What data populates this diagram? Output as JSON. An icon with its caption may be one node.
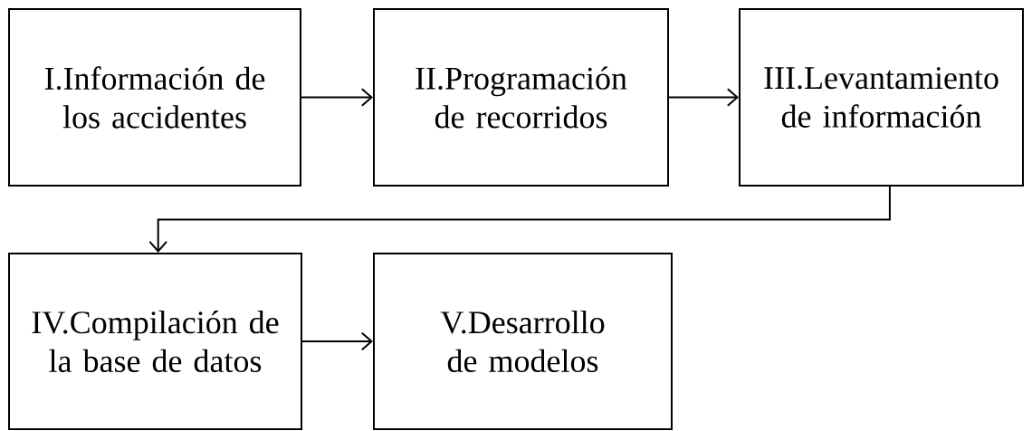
{
  "diagram": {
    "nodes": [
      {
        "text": [
          "I.Información de los accidentes"
        ]
      },
      {
        "text": [
          "II.Programación de recorridos"
        ]
      },
      {
        "text": [
          "III.Levantamiento de información"
        ]
      },
      {
        "text": [
          "IV.Compilación de la base de datos"
        ]
      },
      {
        "text": [
          "V.Desarrollo de modelos"
        ]
      }
    ],
    "edges": [
      {
        "from": 0,
        "to": 1,
        "arrow": "to"
      },
      {
        "from": 1,
        "to": 2,
        "arrow": "to"
      },
      {
        "from": 2,
        "to": 3,
        "arrow": "to"
      },
      {
        "from": 3,
        "to": 4,
        "arrow": "to"
      }
    ]
  }
}
